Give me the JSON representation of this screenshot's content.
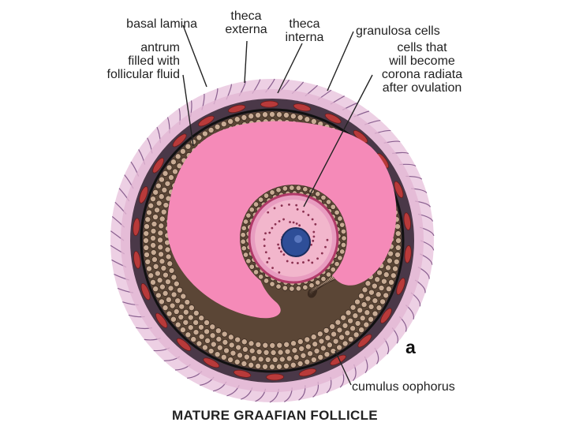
{
  "labels": {
    "basal_lamina": "basal lamina",
    "theca_externa": "theca\nexterna",
    "theca_interna": "theca\ninterna",
    "granulosa_cells": "granulosa cells",
    "corona_radiata": "cells that\nwill become\ncorona radiata\nafter ovulation",
    "antrum": "antrum\nfilled with\nfollicular fluid",
    "cumulus_oophorus": "cumulus oophorus",
    "panel_letter": "a"
  },
  "caption": "MATURE GRAAFIAN FOLLICLE",
  "colors": {
    "antrum_fluid": "#f58ab8",
    "granulosa_cell": "#b89a86",
    "granulosa_bg": "#5b4636",
    "theca_band": "#3a2c3c",
    "theca_externa": "#e8b8d8",
    "blood_vessel": "#b83a3a",
    "oocyte": "#f0b0c8",
    "zona": "#c84a70",
    "nucleus": "#2a4a90"
  }
}
